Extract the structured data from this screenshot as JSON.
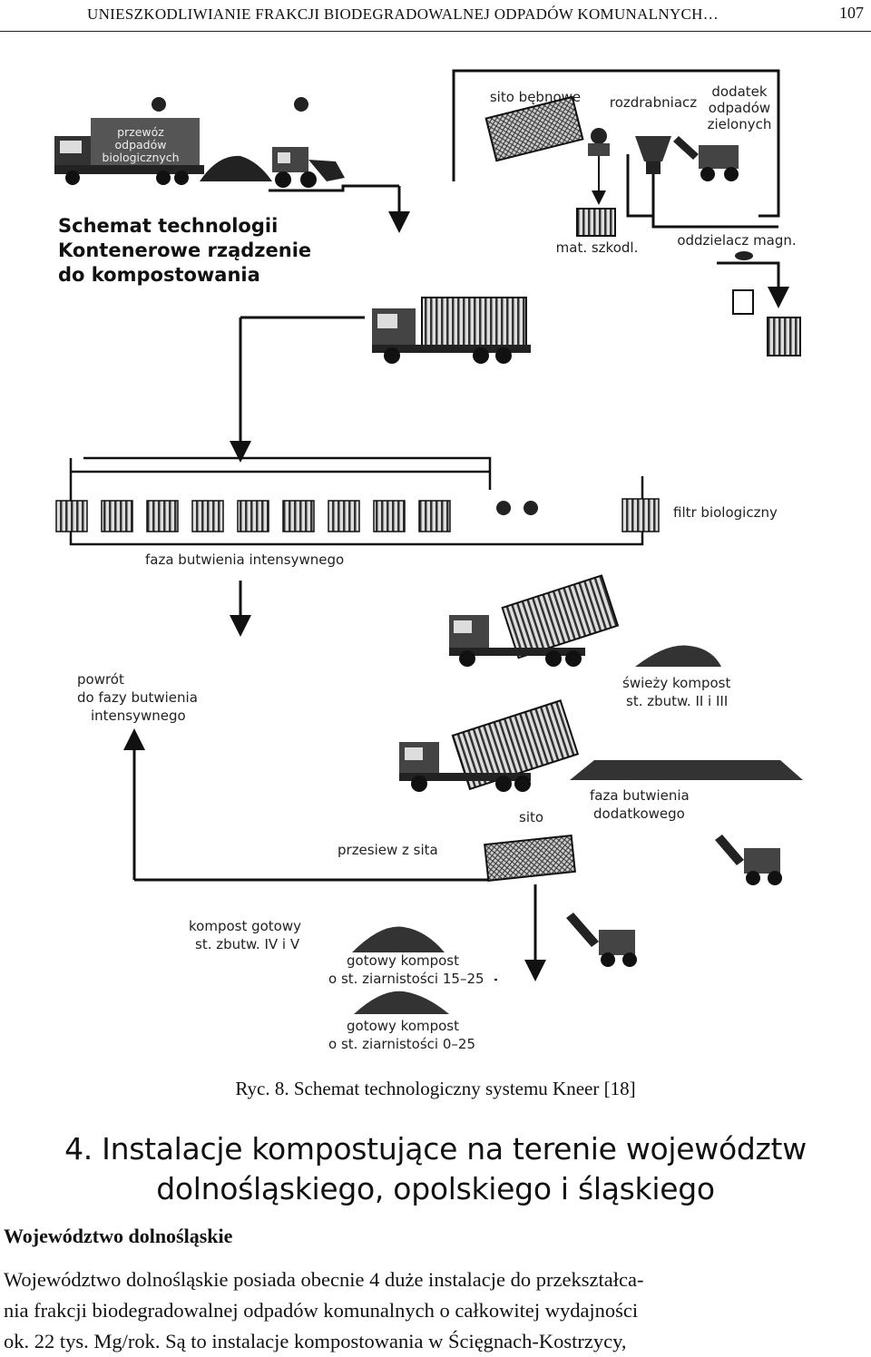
{
  "header": {
    "running_title": "UNIESZKODLIWIANIE FRAKCJI BIODEGRADOWALNEJ ODPADÓW KOMUNALNYCH…",
    "page_number": "107"
  },
  "figure": {
    "truck_label": [
      "przewóz",
      "odpadów",
      "biologicznych"
    ],
    "title": [
      "Schemat technologii",
      "Kontenerowe rządzenie",
      "do kompostowania"
    ],
    "sito_bebnowe": "sito bębnowe",
    "rozdrabniacz": "rozdrabniacz",
    "dodatek": [
      "dodatek",
      "odpadów",
      "zielonych"
    ],
    "mat_szkodl": "mat. szkodl.",
    "oddzielacz": "oddzielacz magn.",
    "filtr": "filtr biologiczny",
    "faza_intens": "faza butwienia intensywnego",
    "powrot": [
      "powrót",
      "do fazy butwienia",
      "intensywnego"
    ],
    "swiezy": [
      "świeży kompost",
      "st. zbutw. II i III"
    ],
    "sito": "sito",
    "faza_dodat": [
      "faza butwienia",
      "dodatkowego"
    ],
    "przesiew": "przesiew z sita",
    "kompost_gotowy": [
      "kompost gotowy",
      "st. zbutw. IV i V"
    ],
    "gotowy_15_25": [
      "gotowy kompost",
      "o st. ziarnistości 15–25"
    ],
    "gotowy_0_25": [
      "gotowy kompost",
      "o st. ziarnistości 0–25"
    ]
  },
  "caption": "Ryc. 8. Schemat technologiczny systemu Kneer [18]",
  "section_heading": [
    "4. Instalacje kompostujące na terenie województw",
    "dolnośląskiego, opolskiego i śląskiego"
  ],
  "subheading": "Województwo dolnośląskie",
  "body_lines": [
    "Województwo dolnośląskie posiada obecnie 4 duże instalacje do przekształca-",
    "nia frakcji biodegradowalnej odpadów komunalnych o całkowitej wydajności",
    "ok. 22 tys. Mg/rok. Są to instalacje kompostowania w Ścięgnach-Kostrzycy,"
  ]
}
